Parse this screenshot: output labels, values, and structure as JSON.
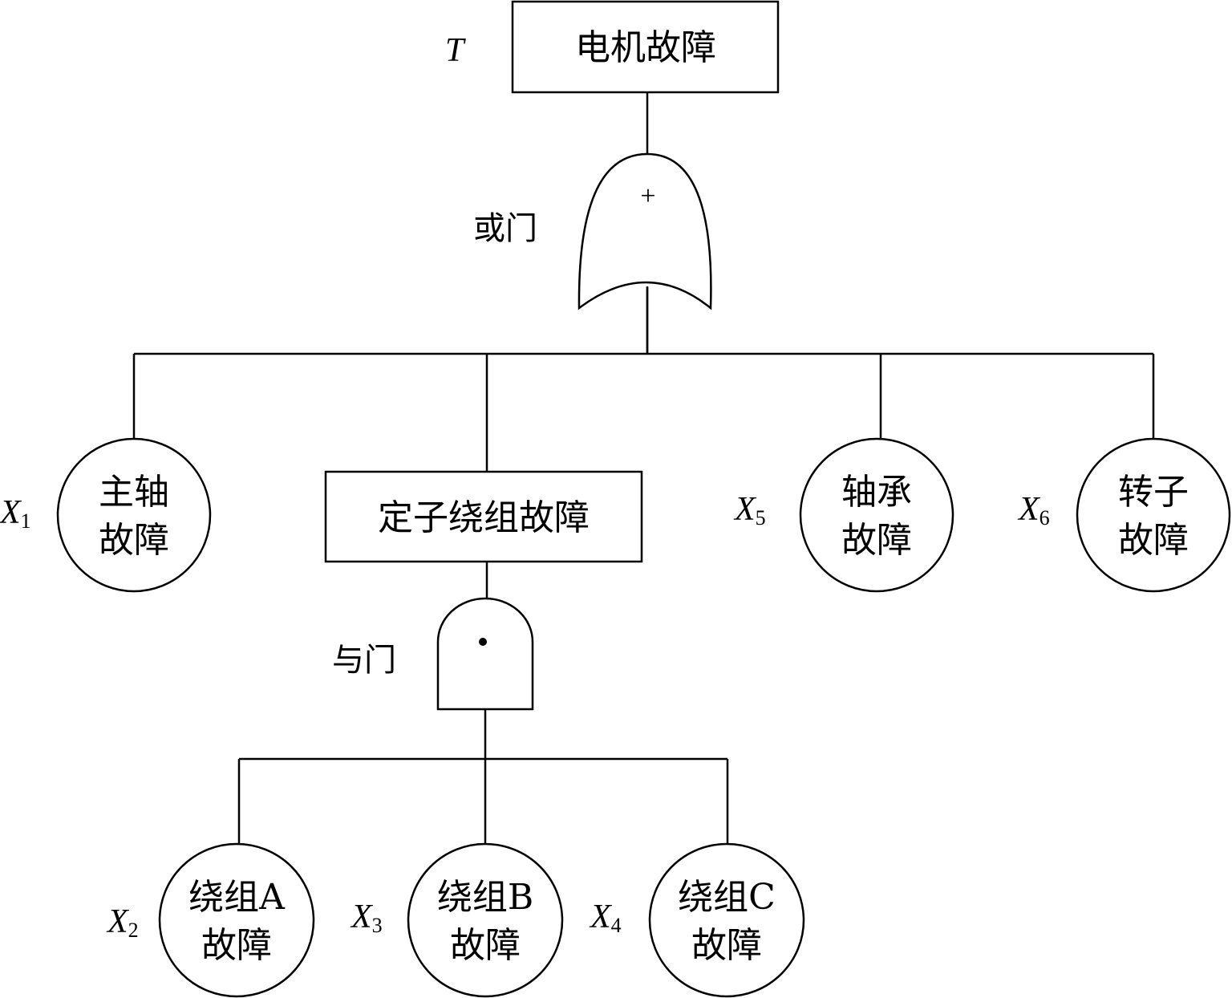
{
  "diagram": {
    "type": "fault-tree",
    "top_event": {
      "symbol": "T",
      "label": "电机故障"
    },
    "or_gate": {
      "label": "或门",
      "symbol": "+"
    },
    "and_gate": {
      "label": "与门",
      "symbol": "•"
    },
    "intermediate_event": {
      "label": "定子绕组故障"
    },
    "basic_events": [
      {
        "var": "X",
        "sub": "1",
        "line1": "主轴",
        "line2": "故障"
      },
      {
        "var": "X",
        "sub": "2",
        "line1": "绕组A",
        "line2": "故障"
      },
      {
        "var": "X",
        "sub": "3",
        "line1": "绕组B",
        "line2": "故障"
      },
      {
        "var": "X",
        "sub": "4",
        "line1": "绕组C",
        "line2": "故障"
      },
      {
        "var": "X",
        "sub": "5",
        "line1": "轴承",
        "line2": "故障"
      },
      {
        "var": "X",
        "sub": "6",
        "line1": "转子",
        "line2": "故障"
      }
    ]
  }
}
